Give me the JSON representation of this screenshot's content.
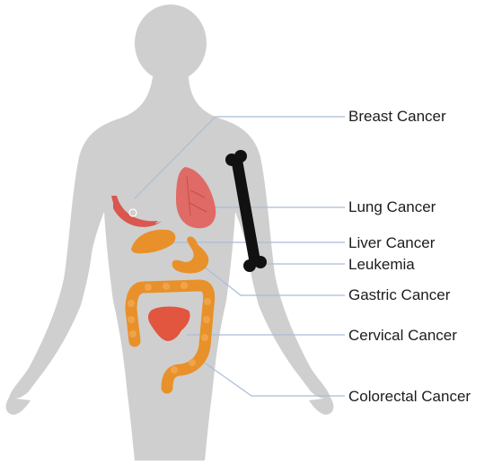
{
  "labels": {
    "breast": "Breast Cancer",
    "lung": "Lung Cancer",
    "liver": "Liver Cancer",
    "leukemia": "Leukemia",
    "gastric": "Gastric Cancer",
    "cervical": "Cervical Cancer",
    "colorectal": "Colorectal Cancer"
  },
  "colors": {
    "body": "#cfcfcf",
    "leader_line": "#a9bcd6",
    "breast": "#d9574f",
    "lung": "#e06b66",
    "liver_gastric_colon": "#e8912a",
    "cervix": "#e2553f",
    "bone": "#111111"
  }
}
